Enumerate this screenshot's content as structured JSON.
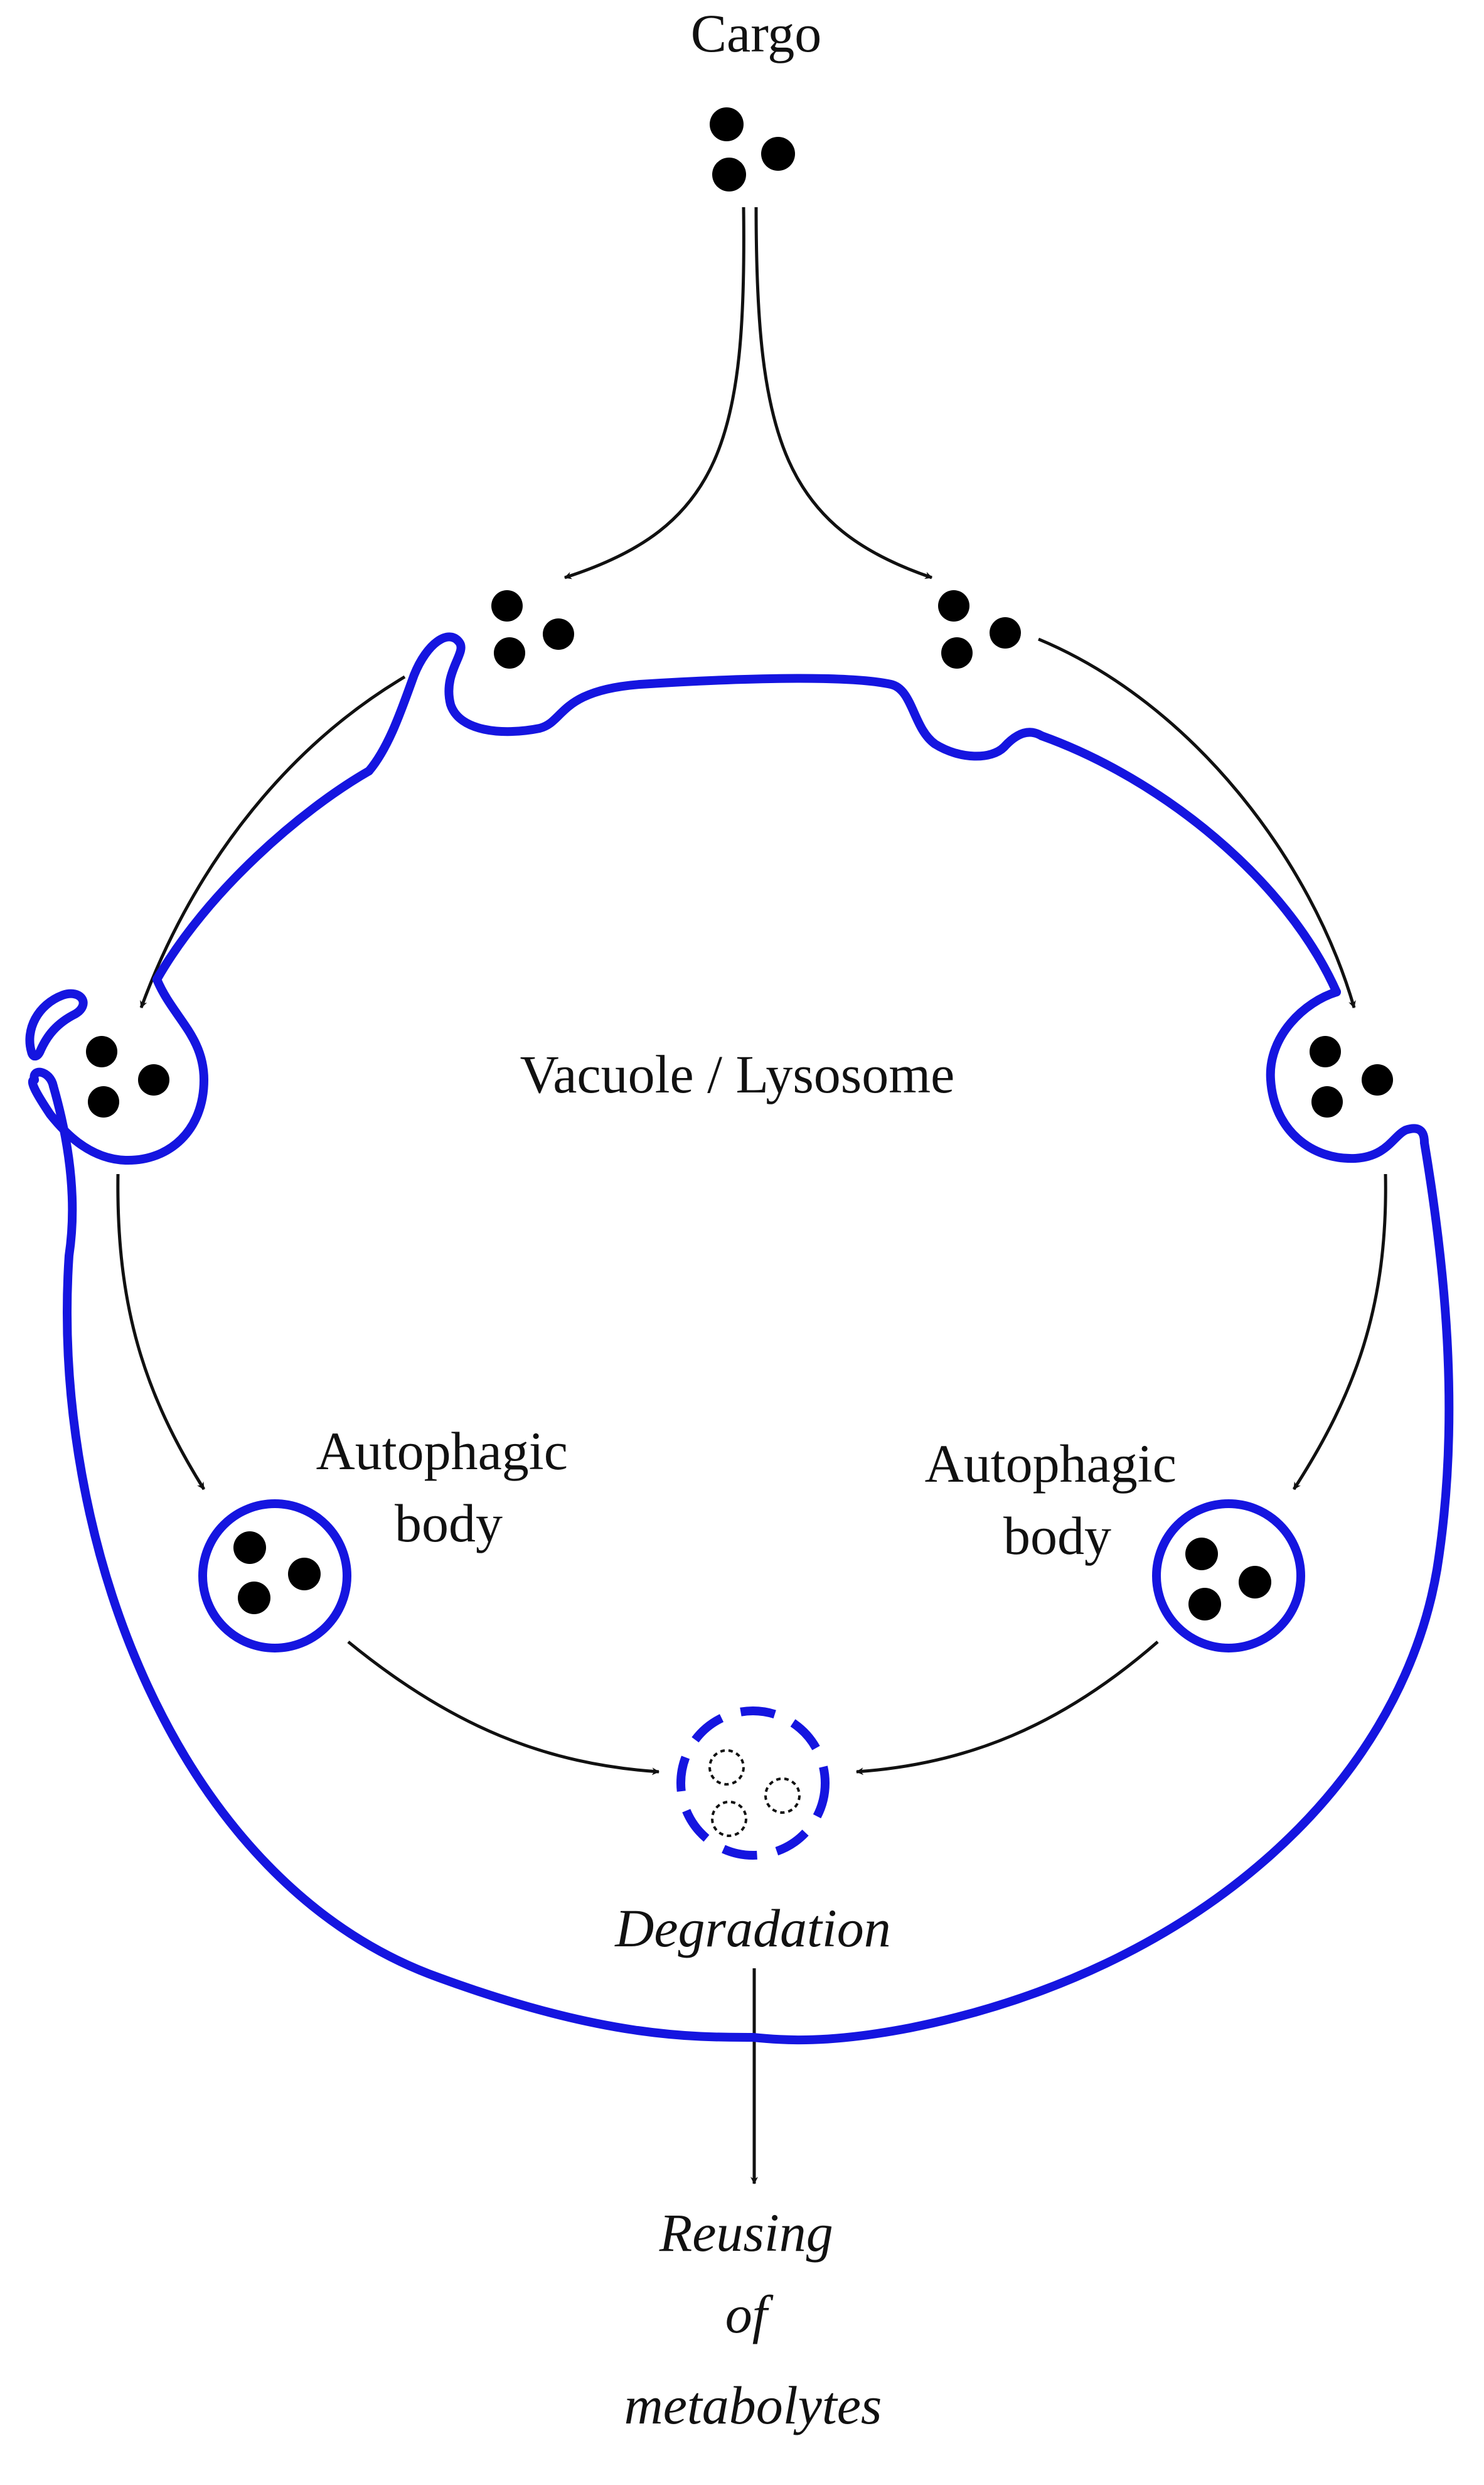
{
  "labels": {
    "cargo": "Cargo",
    "vacuole": "Vacuole / Lysosome",
    "autophagic_body_left": [
      "Autophagic",
      "body"
    ],
    "autophagic_body_right": [
      "Autophagic",
      "body"
    ],
    "degradation": "Degradation",
    "reusing": [
      "Reusing",
      "of",
      "metabolytes"
    ]
  },
  "colors": {
    "membrane": "#1515e0",
    "arrow": "#111111",
    "cargo": "#000000",
    "text": "#111111"
  }
}
